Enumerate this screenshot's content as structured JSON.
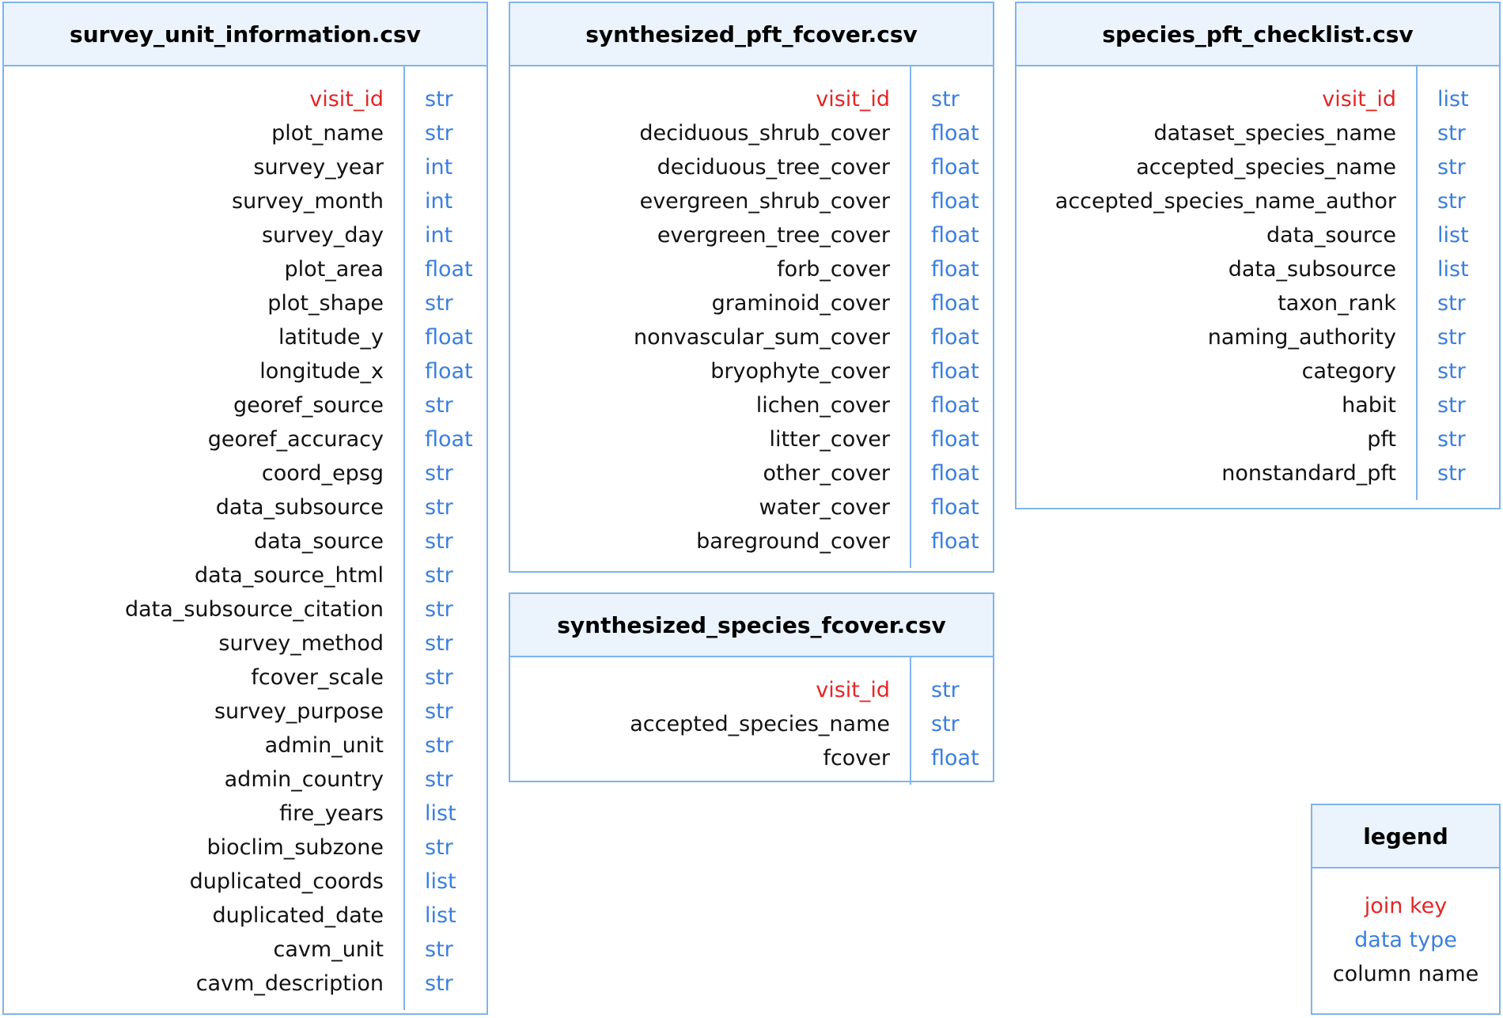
{
  "tables": [
    {
      "title": "survey_unit_information.csv",
      "columns": [
        {
          "name": "visit_id",
          "type": "str",
          "key": true
        },
        {
          "name": "plot_name",
          "type": "str"
        },
        {
          "name": "survey_year",
          "type": "int"
        },
        {
          "name": "survey_month",
          "type": "int"
        },
        {
          "name": "survey_day",
          "type": "int"
        },
        {
          "name": "plot_area",
          "type": "float"
        },
        {
          "name": "plot_shape",
          "type": "str"
        },
        {
          "name": "latitude_y",
          "type": "float"
        },
        {
          "name": "longitude_x",
          "type": "float"
        },
        {
          "name": "georef_source",
          "type": "str"
        },
        {
          "name": "georef_accuracy",
          "type": "float"
        },
        {
          "name": "coord_epsg",
          "type": "str"
        },
        {
          "name": "data_subsource",
          "type": "str"
        },
        {
          "name": "data_source",
          "type": "str"
        },
        {
          "name": "data_source_html",
          "type": "str"
        },
        {
          "name": "data_subsource_citation",
          "type": "str"
        },
        {
          "name": "survey_method",
          "type": "str"
        },
        {
          "name": "fcover_scale",
          "type": "str"
        },
        {
          "name": "survey_purpose",
          "type": "str"
        },
        {
          "name": "admin_unit",
          "type": "str"
        },
        {
          "name": "admin_country",
          "type": "str"
        },
        {
          "name": "fire_years",
          "type": "list"
        },
        {
          "name": "bioclim_subzone",
          "type": "str"
        },
        {
          "name": "duplicated_coords",
          "type": "list"
        },
        {
          "name": "duplicated_date",
          "type": "list"
        },
        {
          "name": "cavm_unit",
          "type": "str"
        },
        {
          "name": "cavm_description",
          "type": "str"
        }
      ]
    },
    {
      "title": "synthesized_pft_fcover.csv",
      "columns": [
        {
          "name": "visit_id",
          "type": "str",
          "key": true
        },
        {
          "name": "deciduous_shrub_cover",
          "type": "float"
        },
        {
          "name": "deciduous_tree_cover",
          "type": "float"
        },
        {
          "name": "evergreen_shrub_cover",
          "type": "float"
        },
        {
          "name": "evergreen_tree_cover",
          "type": "float"
        },
        {
          "name": "forb_cover",
          "type": "float"
        },
        {
          "name": "graminoid_cover",
          "type": "float"
        },
        {
          "name": "nonvascular_sum_cover",
          "type": "float"
        },
        {
          "name": "bryophyte_cover",
          "type": "float"
        },
        {
          "name": "lichen_cover",
          "type": "float"
        },
        {
          "name": "litter_cover",
          "type": "float"
        },
        {
          "name": "other_cover",
          "type": "float"
        },
        {
          "name": "water_cover",
          "type": "float"
        },
        {
          "name": "bareground_cover",
          "type": "float"
        }
      ]
    },
    {
      "title": "species_pft_checklist.csv",
      "columns": [
        {
          "name": "visit_id",
          "type": "list",
          "key": true
        },
        {
          "name": "dataset_species_name",
          "type": "str"
        },
        {
          "name": "accepted_species_name",
          "type": "str"
        },
        {
          "name": "accepted_species_name_author",
          "type": "str"
        },
        {
          "name": "data_source",
          "type": "list"
        },
        {
          "name": "data_subsource",
          "type": "list"
        },
        {
          "name": "taxon_rank",
          "type": "str"
        },
        {
          "name": "naming_authority",
          "type": "str"
        },
        {
          "name": "category",
          "type": "str"
        },
        {
          "name": "habit",
          "type": "str"
        },
        {
          "name": "pft",
          "type": "str"
        },
        {
          "name": "nonstandard_pft",
          "type": "str"
        }
      ]
    },
    {
      "title": "synthesized_species_fcover.csv",
      "columns": [
        {
          "name": "visit_id",
          "type": "str",
          "key": true
        },
        {
          "name": "accepted_species_name",
          "type": "str"
        },
        {
          "name": "fcover",
          "type": "float"
        }
      ]
    }
  ],
  "legend": {
    "title": "legend",
    "join_key": "join key",
    "data_type": "data type",
    "column_name": "column name"
  },
  "colors": {
    "join_key": "#e32626",
    "data_type": "#3a7fe0",
    "column_name": "#111111",
    "border": "#7fb4ec",
    "header_bg": "#ebf3fc"
  }
}
